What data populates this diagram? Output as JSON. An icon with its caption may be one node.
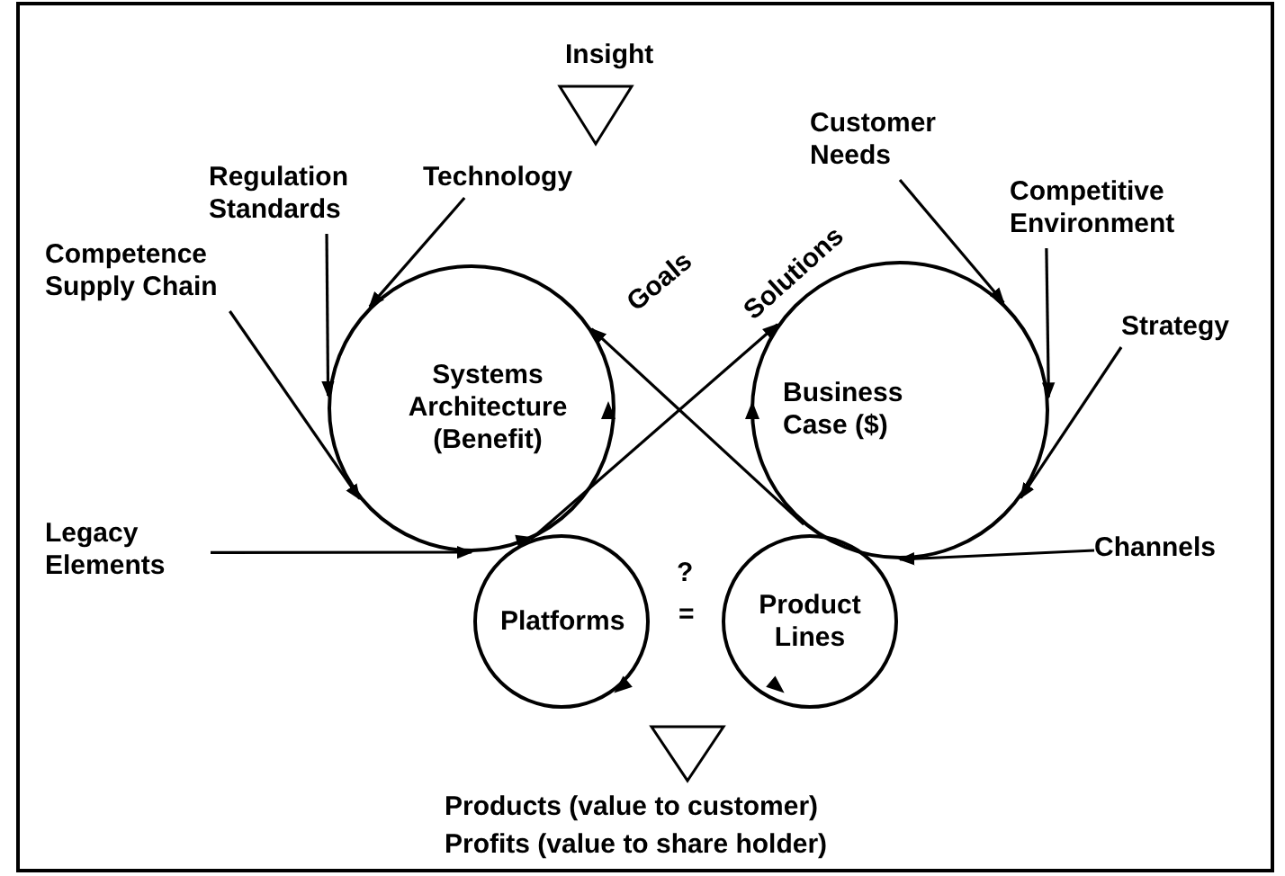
{
  "diagram": {
    "nodes": [
      {
        "text": [
          "Regulation Standards"
        ]
      },
      {
        "text": [
          "Technology"
        ]
      },
      {
        "text": [
          "Competence Supply Chain"
        ]
      },
      {
        "text": [
          "Legacy Elements"
        ]
      },
      {
        "text": [
          "Systems Architecture (Benefit)"
        ]
      },
      {
        "text": [
          "Customer Needs"
        ]
      },
      {
        "text": [
          "Competitive Environment"
        ]
      },
      {
        "text": [
          "Business Case ($)"
        ]
      },
      {
        "text": [
          "Strategy"
        ]
      },
      {
        "text": [
          "Channels"
        ]
      },
      {
        "text": [
          "Platforms"
        ]
      },
      {
        "text": [
          "Product Lines"
        ]
      }
    ],
    "edges": [
      {
        "from": 0,
        "to": 4,
        "arrow": "to"
      },
      {
        "from": 1,
        "to": 4,
        "arrow": "to"
      },
      {
        "from": 2,
        "to": 4,
        "arrow": "to"
      },
      {
        "from": 3,
        "to": 4,
        "arrow": "to"
      },
      {
        "from": 5,
        "to": 7,
        "arrow": "to"
      },
      {
        "from": 6,
        "to": 7,
        "arrow": "to"
      },
      {
        "from": 8,
        "to": 7,
        "arrow": "to"
      },
      {
        "from": 9,
        "to": 7,
        "arrow": "to"
      },
      {
        "from": 7,
        "to": 4,
        "label": "Goals",
        "arrow": "to"
      },
      {
        "from": 4,
        "to": 7,
        "label": "Solutions",
        "arrow": "to"
      }
    ],
    "labels": [
      "Insight",
      "?",
      "=",
      "Products (value to customer)",
      "Profits (value to share holder)"
    ]
  }
}
